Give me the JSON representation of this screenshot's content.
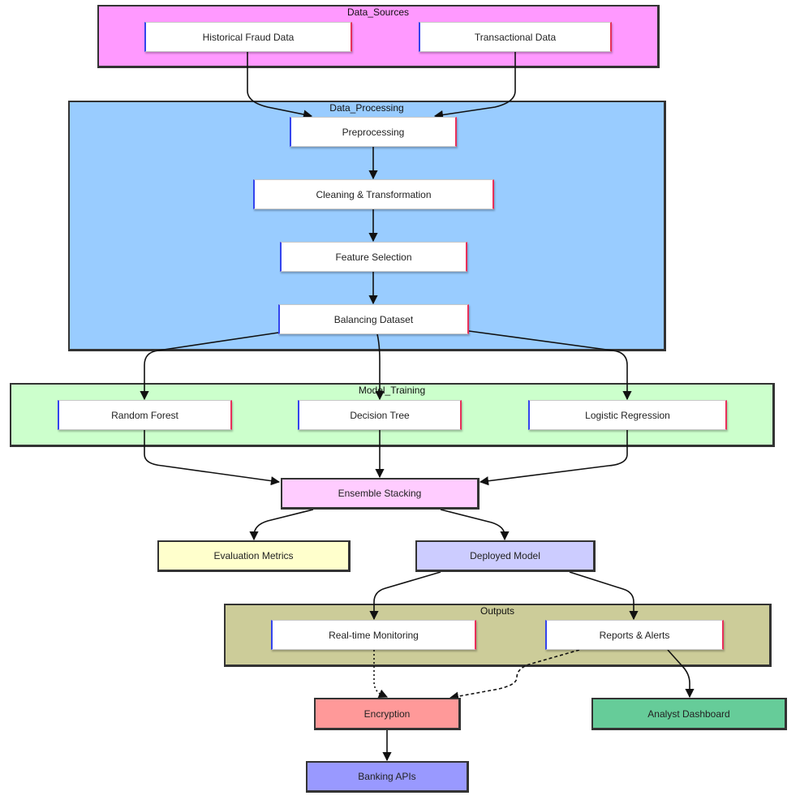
{
  "clusters": {
    "data_sources": {
      "label": "Data_Sources",
      "color": "#ff99ff"
    },
    "data_processing": {
      "label": "Data_Processing",
      "color": "#99ccff"
    },
    "model_training": {
      "label": "Model_Training",
      "color": "#ccffcc"
    },
    "outputs": {
      "label": "Outputs",
      "color": "#cccc99"
    }
  },
  "nodes": {
    "historical_fraud_data": {
      "label": "Historical Fraud Data"
    },
    "transactional_data": {
      "label": "Transactional Data"
    },
    "preprocessing": {
      "label": "Preprocessing"
    },
    "cleaning_transformation": {
      "label": "Cleaning & Transformation"
    },
    "feature_selection": {
      "label": "Feature Selection"
    },
    "balancing_dataset": {
      "label": "Balancing Dataset"
    },
    "random_forest": {
      "label": "Random Forest"
    },
    "decision_tree": {
      "label": "Decision Tree"
    },
    "logistic_regression": {
      "label": "Logistic Regression"
    },
    "ensemble_stacking": {
      "label": "Ensemble Stacking",
      "color": "#ffccff"
    },
    "evaluation_metrics": {
      "label": "Evaluation Metrics",
      "color": "#ffffcc"
    },
    "deployed_model": {
      "label": "Deployed Model",
      "color": "#ccccff"
    },
    "realtime_monitoring": {
      "label": "Real-time Monitoring"
    },
    "reports_alerts": {
      "label": "Reports & Alerts"
    },
    "encryption": {
      "label": "Encryption",
      "color": "#ff9999"
    },
    "analyst_dashboard": {
      "label": "Analyst Dashboard",
      "color": "#66cc99"
    },
    "banking_apis": {
      "label": "Banking APIs",
      "color": "#9999ff"
    }
  },
  "edges": [
    {
      "from": "historical_fraud_data",
      "to": "preprocessing",
      "style": "solid"
    },
    {
      "from": "transactional_data",
      "to": "preprocessing",
      "style": "solid"
    },
    {
      "from": "preprocessing",
      "to": "cleaning_transformation",
      "style": "solid"
    },
    {
      "from": "cleaning_transformation",
      "to": "feature_selection",
      "style": "solid"
    },
    {
      "from": "feature_selection",
      "to": "balancing_dataset",
      "style": "solid"
    },
    {
      "from": "balancing_dataset",
      "to": "random_forest",
      "style": "solid"
    },
    {
      "from": "balancing_dataset",
      "to": "decision_tree",
      "style": "solid"
    },
    {
      "from": "balancing_dataset",
      "to": "logistic_regression",
      "style": "solid"
    },
    {
      "from": "random_forest",
      "to": "ensemble_stacking",
      "style": "solid"
    },
    {
      "from": "decision_tree",
      "to": "ensemble_stacking",
      "style": "solid"
    },
    {
      "from": "logistic_regression",
      "to": "ensemble_stacking",
      "style": "solid"
    },
    {
      "from": "ensemble_stacking",
      "to": "evaluation_metrics",
      "style": "solid"
    },
    {
      "from": "ensemble_stacking",
      "to": "deployed_model",
      "style": "solid"
    },
    {
      "from": "deployed_model",
      "to": "realtime_monitoring",
      "style": "solid"
    },
    {
      "from": "deployed_model",
      "to": "reports_alerts",
      "style": "solid"
    },
    {
      "from": "realtime_monitoring",
      "to": "encryption",
      "style": "dotted"
    },
    {
      "from": "reports_alerts",
      "to": "encryption",
      "style": "dashed"
    },
    {
      "from": "reports_alerts",
      "to": "analyst_dashboard",
      "style": "solid"
    },
    {
      "from": "encryption",
      "to": "banking_apis",
      "style": "solid"
    }
  ]
}
